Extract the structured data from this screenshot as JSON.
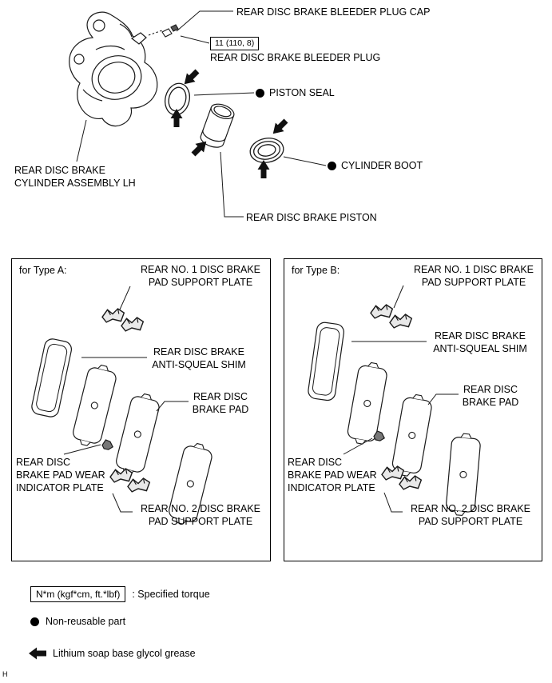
{
  "page": {
    "corner_mark": "H"
  },
  "exploded_view": {
    "bleeder_plug_cap_label": "REAR DISC BRAKE BLEEDER PLUG CAP",
    "bleeder_plug_torque": "11 (110, 8)",
    "bleeder_plug_label": "REAR DISC BRAKE BLEEDER PLUG",
    "piston_seal_label": "PISTON SEAL",
    "cylinder_boot_label": "CYLINDER BOOT",
    "cylinder_assembly_label": "REAR DISC BRAKE\nCYLINDER ASSEMBLY LH",
    "piston_label": "REAR DISC BRAKE PISTON"
  },
  "type_a": {
    "title": "for Type A:",
    "no1_support_plate_label": "REAR NO. 1 DISC BRAKE\nPAD SUPPORT PLATE",
    "anti_squeal_shim_label": "REAR DISC BRAKE\nANTI-SQUEAL SHIM",
    "brake_pad_label": "REAR DISC\nBRAKE PAD",
    "wear_indicator_label": "REAR DISC\nBRAKE PAD WEAR\nINDICATOR PLATE",
    "no2_support_plate_label": "REAR NO. 2 DISC BRAKE\nPAD SUPPORT PLATE"
  },
  "type_b": {
    "title": "for Type B:",
    "no1_support_plate_label": "REAR NO. 1 DISC BRAKE\nPAD SUPPORT PLATE",
    "anti_squeal_shim_label": "REAR DISC BRAKE\nANTI-SQUEAL SHIM",
    "brake_pad_label": "REAR DISC\nBRAKE PAD",
    "wear_indicator_label": "REAR DISC\nBRAKE PAD WEAR\nINDICATOR PLATE",
    "no2_support_plate_label": "REAR NO. 2 DISC BRAKE\nPAD SUPPORT PLATE"
  },
  "legend": {
    "torque_box_label": "N*m (kgf*cm, ft.*lbf)",
    "torque_description": ": Specified torque",
    "non_reusable_label": "Non-reusable part",
    "grease_label": "Lithium soap base glycol grease"
  }
}
